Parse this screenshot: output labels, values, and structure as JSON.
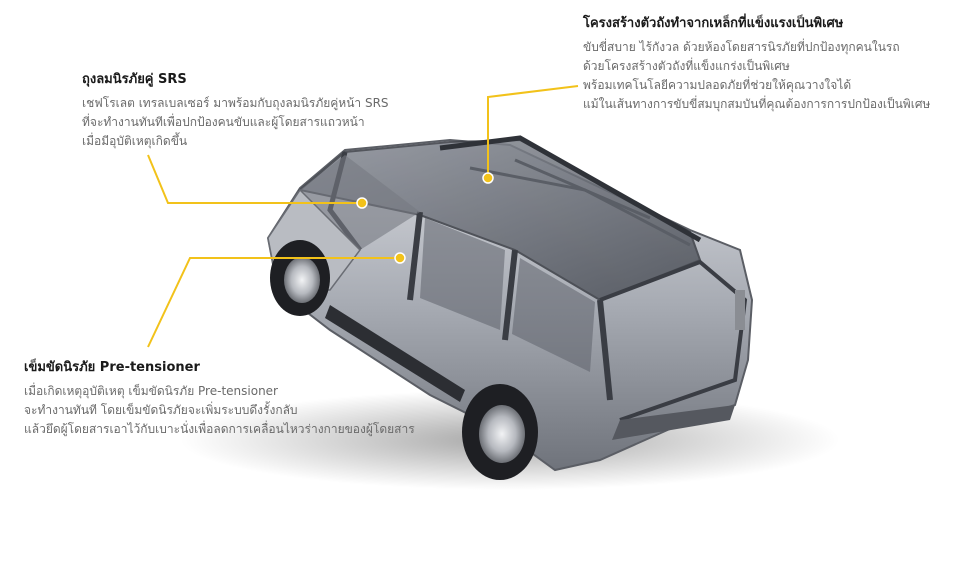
{
  "airbag": {
    "title": "ถุงลมนิรภัยคู่ SRS",
    "lines": [
      "เชฟโรเลต เทรลเบลเซอร์ มาพร้อมกับถุงลมนิรภัยคู่หน้า SRS",
      "ที่จะทำงานทันทีเพื่อปกป้องคนขับและผู้โดยสารแถวหน้า",
      "เมื่อมีอุบัติเหตุเกิดขึ้น"
    ]
  },
  "frame": {
    "title": "โครงสร้างตัวถังทำจากเหล็กที่แข็งแรงเป็นพิเศษ",
    "lines": [
      "ขับขี่สบาย ไร้กังวล ด้วยห้องโดยสารนิรภัยที่ปกป้องทุกคนในรถ",
      "ด้วยโครงสร้างตัวถังที่แข็งแกร่งเป็นพิเศษ",
      "พร้อมเทคโนโลยีความปลอดภัยที่ช่วยให้คุณวางใจได้",
      "แม้ในเส้นทางการขับขี่สมบุกสมบันที่คุณต้องการการปกป้องเป็นพิเศษ"
    ]
  },
  "belt": {
    "title": "เข็มขัดนิรภัย Pre-tensioner",
    "lines": [
      "เมื่อเกิดเหตุอุบัติเหตุ เข็มขัดนิรภัย Pre-tensioner",
      "จะทำงานทันที โดยเข็มขัดนิรภัยจะเพิ่มระบบดึงรั้งกลับ",
      "แล้วยึดผู้โดยสารเอาไว้กับเบาะนั่งเพื่อลดการเคลื่อนไหวร่างกายของผู้โดยสาร"
    ]
  },
  "colors": {
    "callout": "#f2c21a",
    "dot": "#f2c21a"
  },
  "image": {
    "semantic": "suv-safety-cutaway-illustration"
  }
}
